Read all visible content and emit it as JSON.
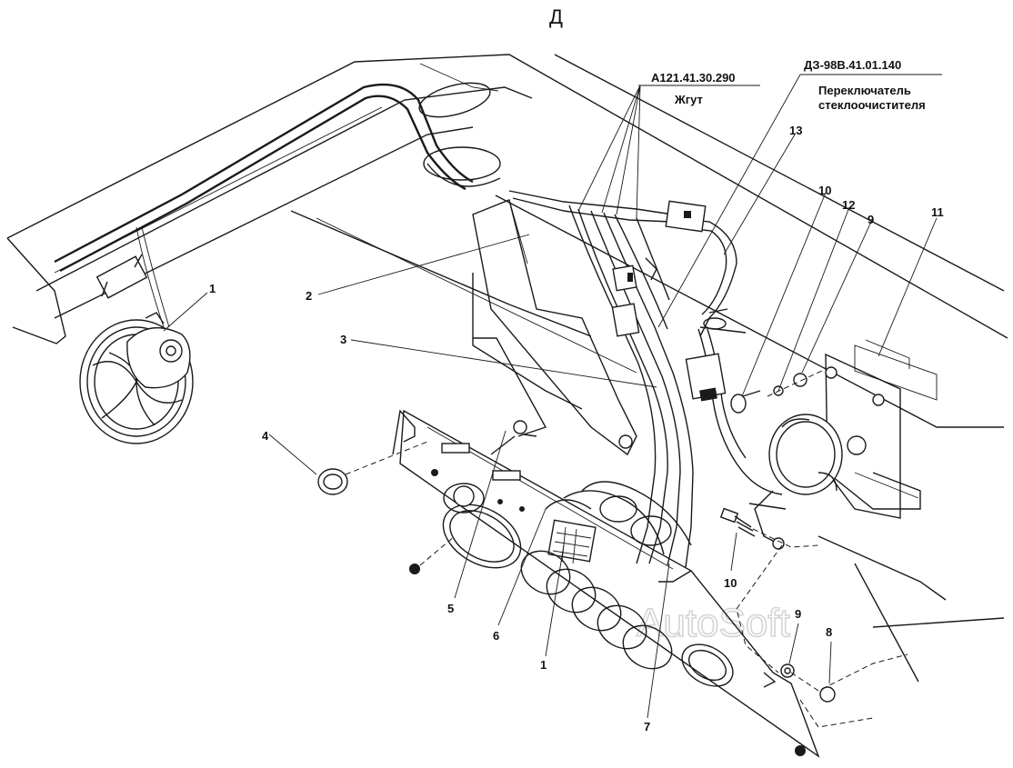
{
  "sheet_title": "Д",
  "watermark": "AutoSoft",
  "references": [
    {
      "code": "А121.41.30.290",
      "description": "Жгут"
    },
    {
      "code": "ДЗ-98В.41.01.140",
      "description_lines": [
        "Переключатель",
        "стеклоочистителя"
      ]
    }
  ],
  "callouts": [
    "1",
    "2",
    "3",
    "4",
    "5",
    "6",
    "1",
    "7",
    "13",
    "10",
    "12",
    "9",
    "11",
    "10",
    "9",
    "8"
  ],
  "colors": {
    "line": "#1a1a1a",
    "background": "#ffffff",
    "watermark": "#d4d4d4"
  }
}
